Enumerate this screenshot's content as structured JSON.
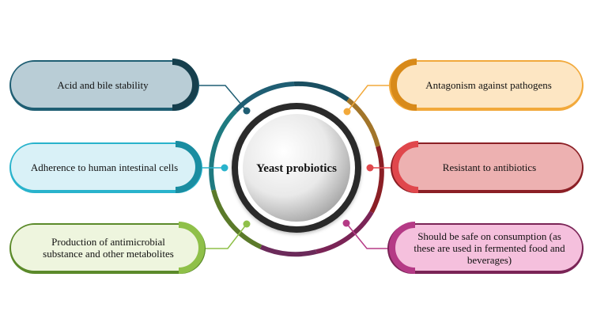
{
  "center": {
    "title": "Yeast probiotics"
  },
  "items": [
    {
      "id": "acid-bile",
      "label": "Acid and bile stability",
      "fill": "#b9cdd6",
      "border": "#1f5e73",
      "accent": "#1f5e73"
    },
    {
      "id": "adherence",
      "label": "Adherence to human intestinal cells",
      "fill": "#d9f1f7",
      "border": "#29b3cc",
      "accent": "#29b3cc"
    },
    {
      "id": "antimicrobial",
      "label": "Production of antimicrobial substance and other metabolites",
      "fill": "#eef5de",
      "border": "#5b8a2a",
      "accent": "#8fc049"
    },
    {
      "id": "antagonism",
      "label": "Antagonism against pathogens",
      "fill": "#fde6c3",
      "border": "#f2a93b",
      "accent": "#f2a93b"
    },
    {
      "id": "antibiotics",
      "label": "Resistant to antibiotics",
      "fill": "#edb1b1",
      "border": "#8b1f25",
      "accent": "#e0474c"
    },
    {
      "id": "safe",
      "label": "Should be safe on consumption (as these are used in fermented food and beverages)",
      "fill": "#f5c0dd",
      "border": "#7a2456",
      "accent": "#b53a86"
    }
  ]
}
